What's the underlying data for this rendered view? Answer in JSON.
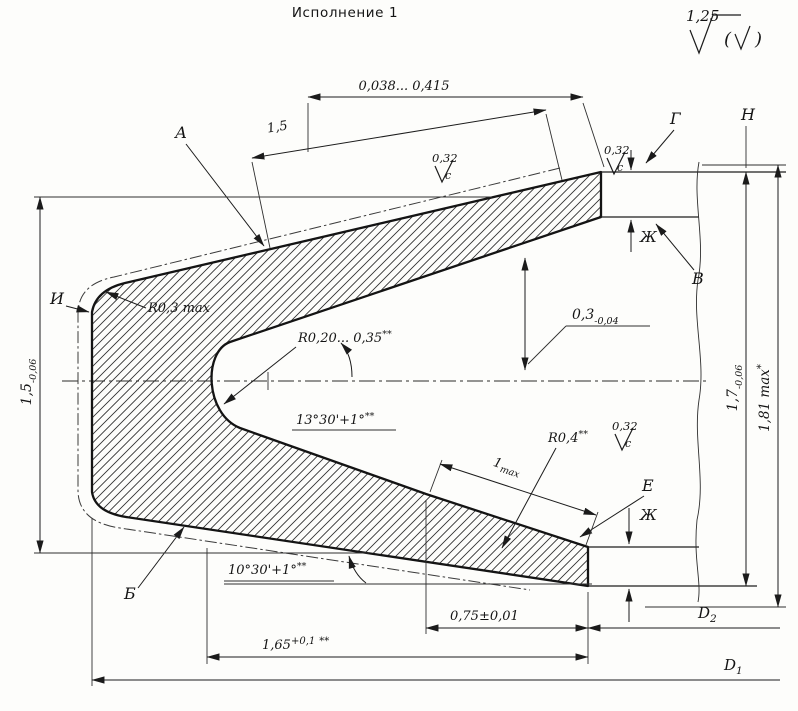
{
  "title": "Исполнение 1",
  "finish": {
    "value": "1,25",
    "paren_open": "(",
    "paren_close": ")"
  },
  "surface_labels": {
    "a": "А",
    "b": "Б",
    "v": "В",
    "g": "Г",
    "e": "Е",
    "zh": "Ж",
    "i": "И",
    "n": "Н"
  },
  "roughness": {
    "value": "0,32",
    "grade": "c"
  },
  "dims": {
    "gap": "0,038... 0,415",
    "flat_len": "1,5",
    "tip_thickness": {
      "value": "0,3",
      "tol": "-0,04"
    },
    "height_left": {
      "value": "1,5",
      "tol": "-0,06"
    },
    "height_right": {
      "value": "1,7",
      "tol": "-0,06"
    },
    "height_free": {
      "value": "1,81 max",
      "note": "*"
    },
    "radius_left": "R0,3 max",
    "radius_notch": {
      "value": "R0,20... 0,35",
      "note": "**"
    },
    "radius_tip": {
      "value": "R0,4",
      "note": "**"
    },
    "angle_upper": {
      "value": "13°30'+1°",
      "note": "**"
    },
    "angle_lower": {
      "value": "10°30'+1°",
      "note": "**"
    },
    "taper_len": {
      "value": "1",
      "sub": "max"
    },
    "slot_width": "0,75±0,01",
    "notch_depth": {
      "value": "1,65",
      "tol": "+0,1",
      "note": "**"
    },
    "dia_outer": {
      "value": "D",
      "sub": "1"
    },
    "dia_inner": {
      "value": "D",
      "sub": "2"
    }
  }
}
